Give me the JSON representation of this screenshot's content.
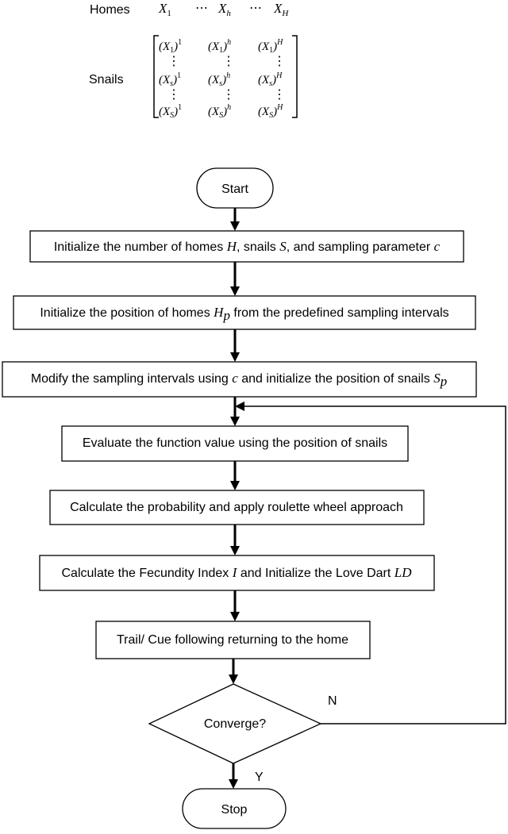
{
  "header": {
    "homes_label": "Homes",
    "snails_label": "Snails",
    "homes_vector": [
      "X₁",
      "⋯",
      "Xₕ",
      "⋯",
      "X_H"
    ],
    "matrix_rows": [
      [
        "(X₁)¹",
        "(X₁)ʰ",
        "(X₁)ᴴ"
      ],
      [
        "(Xₛ)¹",
        "(Xₛ)ʰ",
        "(Xₛ)ᴴ"
      ],
      [
        "(X_S)¹",
        "(X_S)ʰ",
        "(X_S)ᴴ"
      ]
    ]
  },
  "flow": {
    "start": "Start",
    "steps": [
      "Initialize the number of homes H, snails S, and sampling parameter c",
      "Initialize the position of homes Hp from the predefined sampling intervals",
      "Modify the sampling intervals using c and initialize the position of snails Sp",
      "Evaluate the function value using the position of snails",
      "Calculate the probability and apply roulette wheel approach",
      "Calculate the Fecundity Index I and Initialize the Love Dart LD",
      "Trail/ Cue following returning to the home"
    ],
    "decision": "Converge?",
    "no_label": "N",
    "yes_label": "Y",
    "stop": "Stop"
  }
}
